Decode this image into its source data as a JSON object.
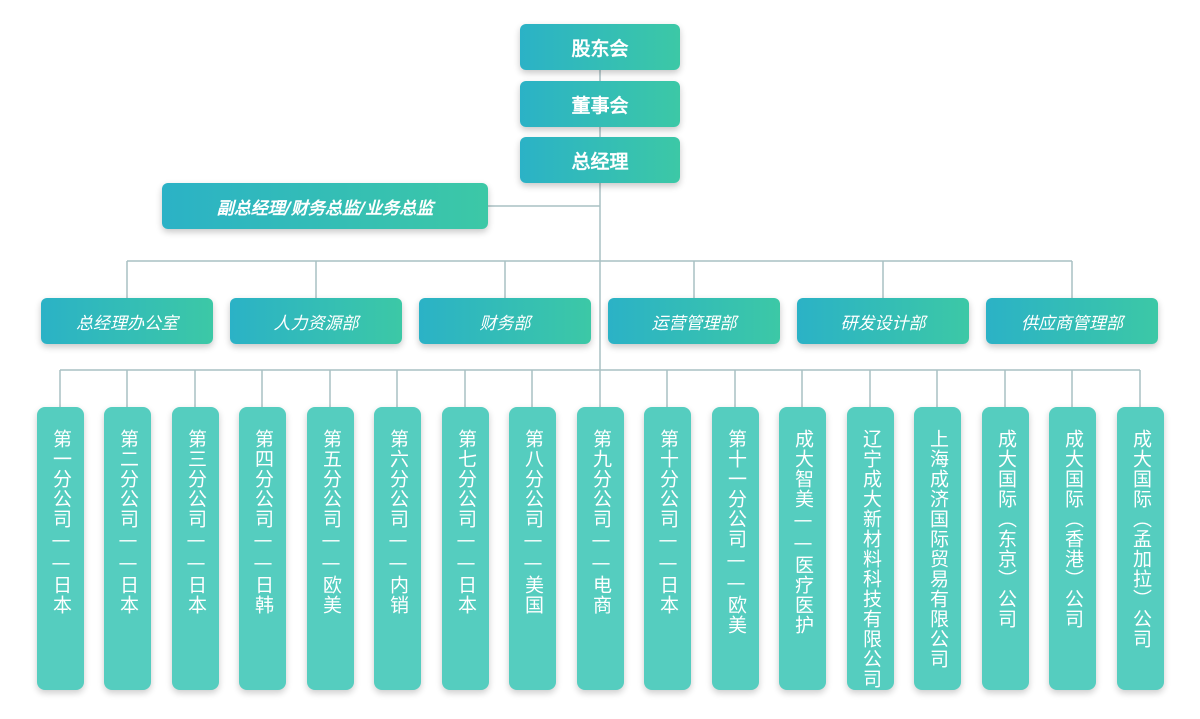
{
  "top_levels": [
    "股东会",
    "董事会",
    "总经理"
  ],
  "deputy": "副总经理/财务总监/业务总监",
  "departments": [
    "总经理办公室",
    "人力资源部",
    "财务部",
    "运营管理部",
    "研发设计部",
    "供应商管理部"
  ],
  "subsidiaries": [
    "第一分公司——日本",
    "第二分公司——日本",
    "第三分公司——日本",
    "第四分公司——日韩",
    "第五分公司——欧美",
    "第六分公司——内销",
    "第七分公司——日本",
    "第八分公司——美国",
    "第九分公司——电商",
    "第十分公司——日本",
    "第十一分公司——欧美",
    "成大智美——医疗医护",
    "辽宁成大新材料科技有限公司",
    "上海成济国际贸易有限公司",
    "成大国际（东京）公司",
    "成大国际（香港）公司",
    "成大国际（孟加拉）公司"
  ]
}
